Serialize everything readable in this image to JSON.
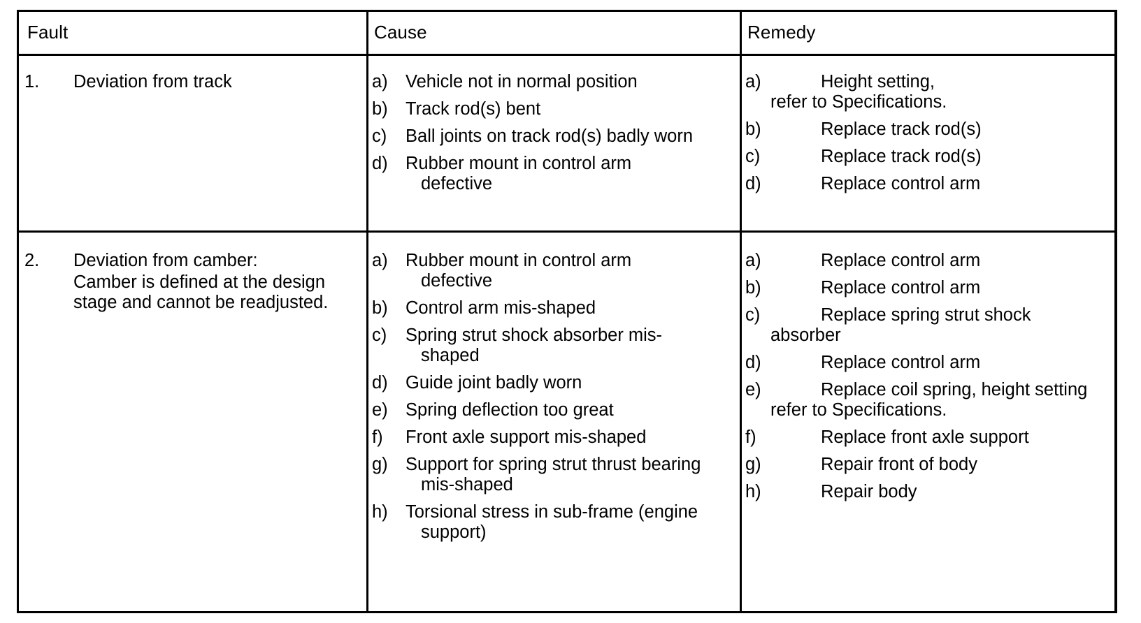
{
  "table": {
    "columns": [
      {
        "key": "fault",
        "header": "Fault"
      },
      {
        "key": "cause",
        "header": "Cause"
      },
      {
        "key": "remedy",
        "header": "Remedy"
      }
    ],
    "rows": [
      {
        "number": "1.",
        "fault_title": "Deviation from track",
        "fault_note": "",
        "causes": [
          {
            "marker": "a)",
            "text": "Vehicle not in normal position",
            "continuation": ""
          },
          {
            "marker": "b)",
            "text": "Track rod(s) bent",
            "continuation": ""
          },
          {
            "marker": "c)",
            "text": "Ball joints on track rod(s) badly worn",
            "continuation": ""
          },
          {
            "marker": "d)",
            "text": "Rubber mount in control arm",
            "continuation": "defective"
          }
        ],
        "remedies": [
          {
            "marker": "a)",
            "text": "Height setting,",
            "continuation": "refer to Specifications."
          },
          {
            "marker": "b)",
            "text": "Replace track rod(s)",
            "continuation": ""
          },
          {
            "marker": "c)",
            "text": "Replace track rod(s)",
            "continuation": ""
          },
          {
            "marker": "d)",
            "text": "Replace control arm",
            "continuation": ""
          }
        ]
      },
      {
        "number": "2.",
        "fault_title": "Deviation from camber:",
        "fault_note": "Camber is defined at the design stage and cannot be readjusted.",
        "causes": [
          {
            "marker": "a)",
            "text": "Rubber mount in control arm",
            "continuation": "defective"
          },
          {
            "marker": "b)",
            "text": "Control arm mis-shaped",
            "continuation": ""
          },
          {
            "marker": "c)",
            "text": "Spring strut shock absorber mis-",
            "continuation": "shaped"
          },
          {
            "marker": "d)",
            "text": "Guide joint badly worn",
            "continuation": ""
          },
          {
            "marker": "e)",
            "text": "Spring deflection too great",
            "continuation": ""
          },
          {
            "marker": "f)",
            "text": "Front axle support mis-shaped",
            "continuation": ""
          },
          {
            "marker": "g)",
            "text": "Support for spring strut thrust bearing",
            "continuation": "mis-shaped"
          },
          {
            "marker": "h)",
            "text": "Torsional stress in sub-frame (engine",
            "continuation": "support)"
          }
        ],
        "remedies": [
          {
            "marker": "a)",
            "text": "Replace control arm",
            "continuation": ""
          },
          {
            "marker": "b)",
            "text": "Replace control arm",
            "continuation": ""
          },
          {
            "marker": "c)",
            "text": "Replace spring strut shock",
            "continuation": "absorber"
          },
          {
            "marker": "d)",
            "text": "Replace control arm",
            "continuation": ""
          },
          {
            "marker": "e)",
            "text": "Replace coil spring, height setting",
            "continuation": "refer to Specifications."
          },
          {
            "marker": "f)",
            "text": "Replace front axle support",
            "continuation": ""
          },
          {
            "marker": "g)",
            "text": "Repair front of body",
            "continuation": ""
          },
          {
            "marker": "h)",
            "text": "Repair body",
            "continuation": ""
          }
        ]
      }
    ]
  },
  "colors": {
    "ink": "#000000",
    "paper": "#ffffff"
  }
}
